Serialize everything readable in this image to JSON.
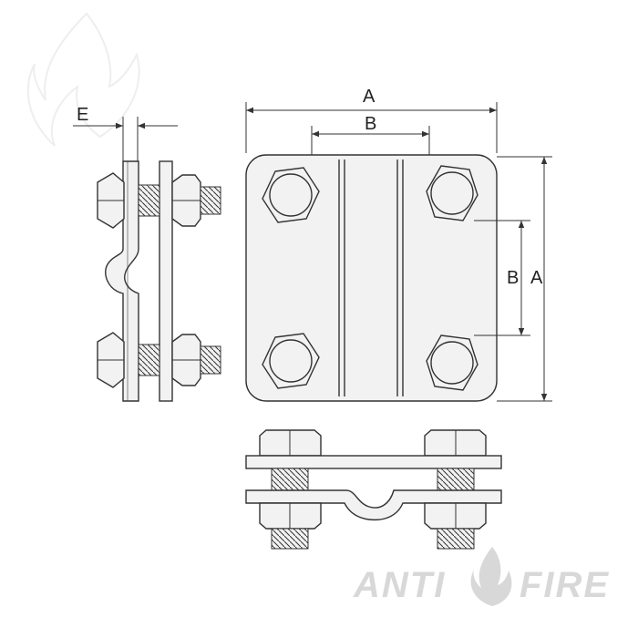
{
  "labels": {
    "dim_a_top": "A",
    "dim_b_top": "B",
    "dim_e": "E",
    "dim_b_right": "B",
    "dim_a_right": "A"
  },
  "watermark": {
    "left_word": "ANTI",
    "right_word": "FIRE"
  },
  "colors": {
    "line": "#333333",
    "fill": "#f2f2f2",
    "watermark": "#d8d8d8"
  }
}
